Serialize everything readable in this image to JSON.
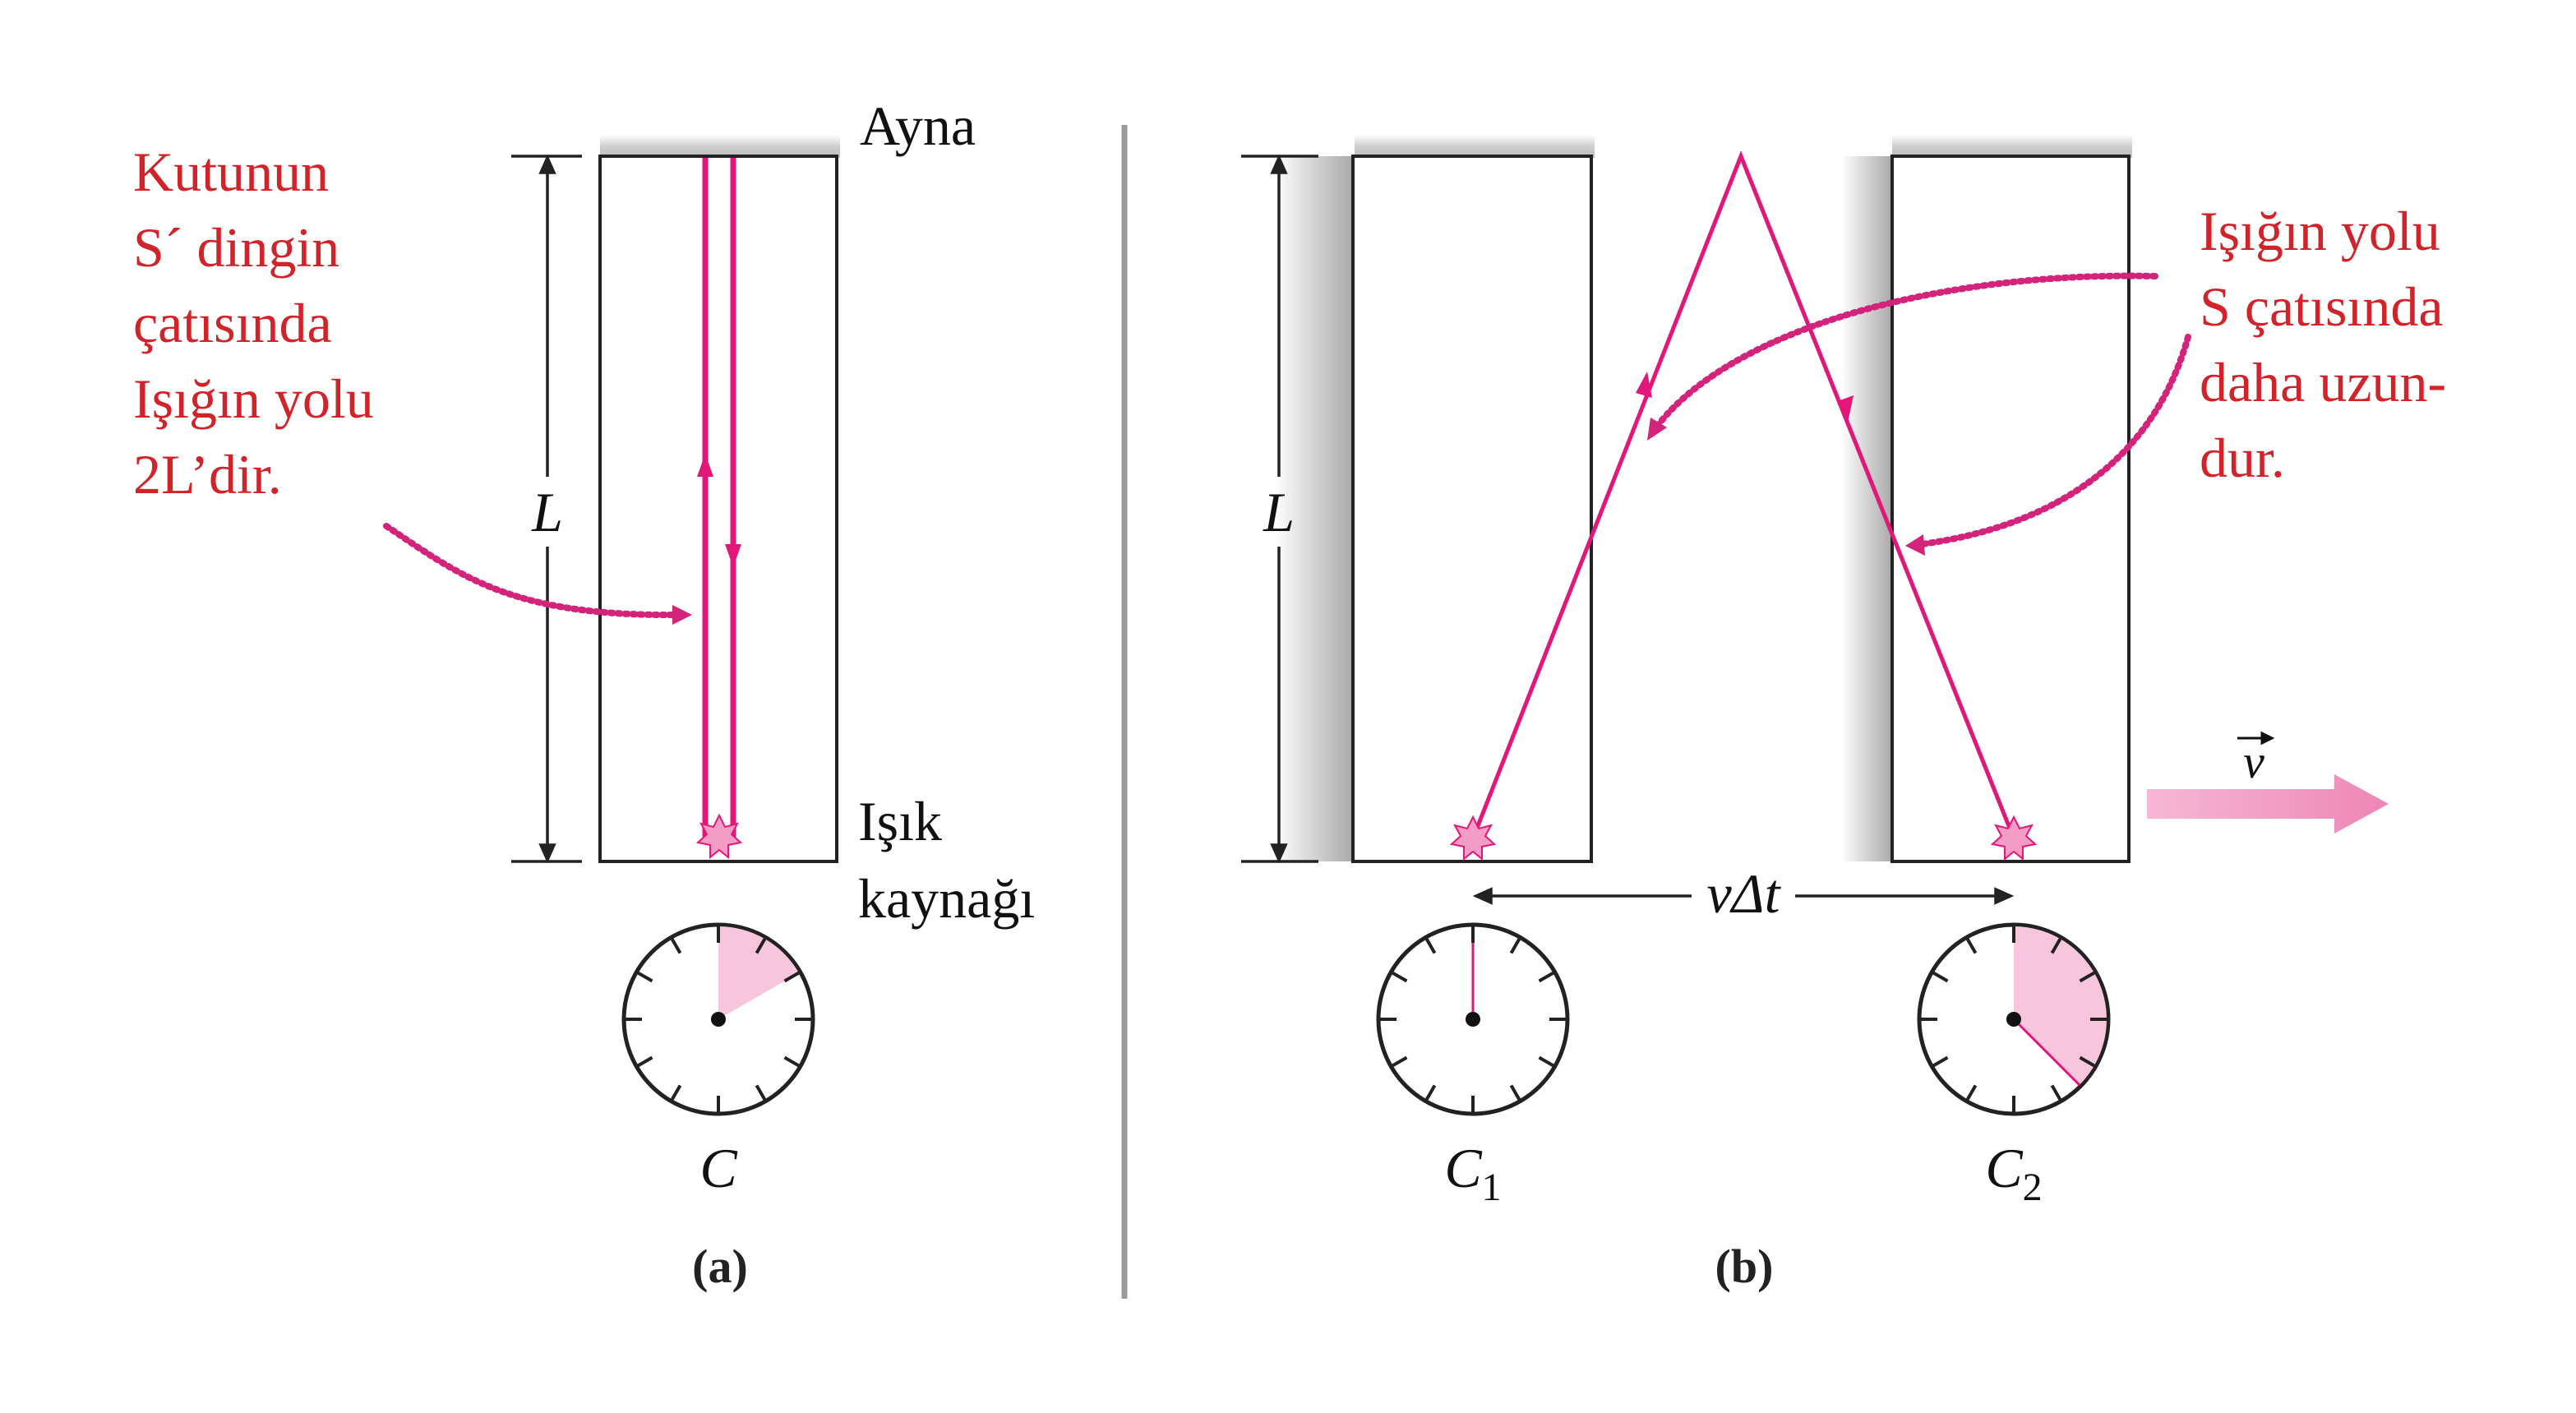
{
  "panel_a": {
    "mirror_label": "Ayna",
    "length_label": "L",
    "source_label_line1": "Işık",
    "source_label_line2": "kaynağı",
    "clock_label": "C",
    "caption": "(a)",
    "note_lines": [
      "Kutunun",
      "S´ dingin",
      "çatısında",
      "Işığın yolu",
      "2L’dir."
    ]
  },
  "panel_b": {
    "length_label": "L",
    "distance_label": "vΔt",
    "velocity_label": "v",
    "clock1_label": "C",
    "clock1_sub": "1",
    "clock2_label": "C",
    "clock2_sub": "2",
    "caption": "(b)",
    "note_lines": [
      "Işığın yolu",
      "S çatısında",
      "daha uzun-",
      "dur."
    ]
  },
  "colors": {
    "light_path": "#e3167a",
    "annotation_text": "#d2232a",
    "arrow_fill": "#f29ac3",
    "clock_fill": "#f7c6dd"
  }
}
